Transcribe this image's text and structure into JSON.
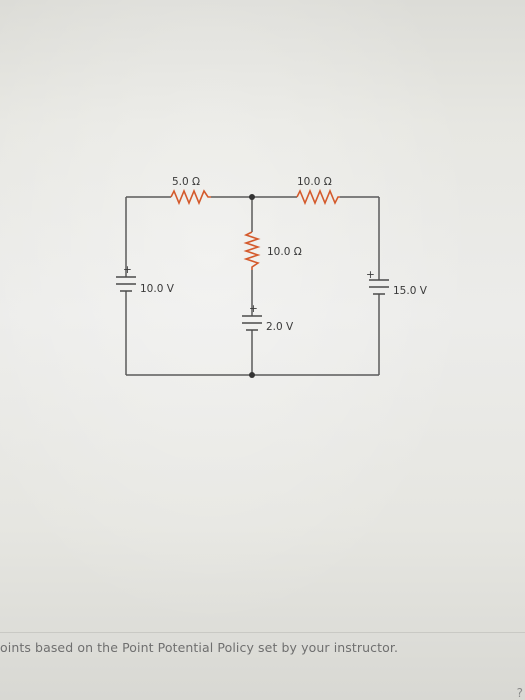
{
  "circuit": {
    "resistors": [
      {
        "value": "5.0 Ω"
      },
      {
        "value": "10.0 Ω"
      },
      {
        "value": "10.0 Ω"
      }
    ],
    "batteries": [
      {
        "value": "10.0 V"
      },
      {
        "value": "2.0 V"
      },
      {
        "value": "15.0 V"
      }
    ],
    "wire_color": "#5a5a5a",
    "resistor_color": "#d45a2c",
    "battery_plus_sign": "+"
  },
  "footer": {
    "text": "oints based on the Point Potential Policy set by your instructor.",
    "corner_text": "?"
  }
}
